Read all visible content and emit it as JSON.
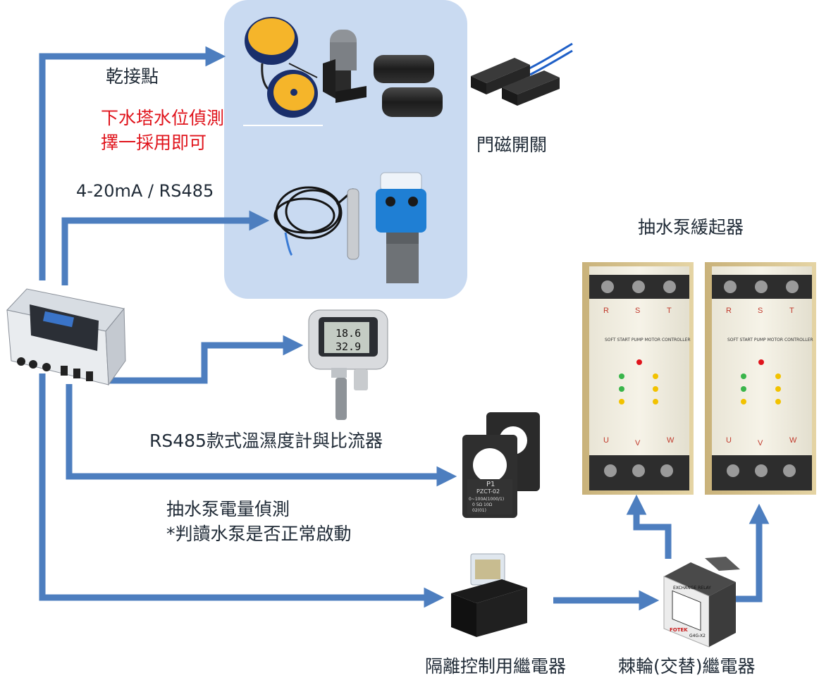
{
  "labels": {
    "dry_contact": "乾接點",
    "water_tower_line1": "下水塔水位偵測",
    "water_tower_line2": "擇一採用即可",
    "analog_rs485": "4-20mA / RS485",
    "door_switch": "門磁開關",
    "pump_soft_starter": "抽水泵緩起器",
    "temp_humidity_ct": "RS485款式溫濕度計與比流器",
    "pump_power_line1": "抽水泵電量偵測",
    "pump_power_line2": "*判讀水泵是否正常啟動",
    "isolation_relay": "隔離控制用繼電器",
    "ratchet_relay": "棘輪(交替)繼電器"
  },
  "device_text": {
    "th_reading_1": "18.6",
    "th_reading_2": "32.9",
    "ct_label": "P1",
    "ct_model": "PZCT-02",
    "ct_spec": "0~100A(1000/1)",
    "ct_spec2": "0  5Ω    10Ω",
    "ct_code": "02(01)",
    "starter_title": "SOFT START PUMP MOTOR CONTROLLER",
    "phase_r": "R",
    "phase_s": "S",
    "phase_t": "T",
    "phase_u": "U",
    "phase_v": "V",
    "phase_w": "W",
    "relay_title": "EXCHANGE RELAY",
    "relay_brand": "FOTEK",
    "relay_model": "G4G-X2"
  },
  "colors": {
    "arrow": "#4d7ebf",
    "panel": "#c9daf1",
    "highlight_text": "#e0141c",
    "body_text": "#1f2a36"
  }
}
